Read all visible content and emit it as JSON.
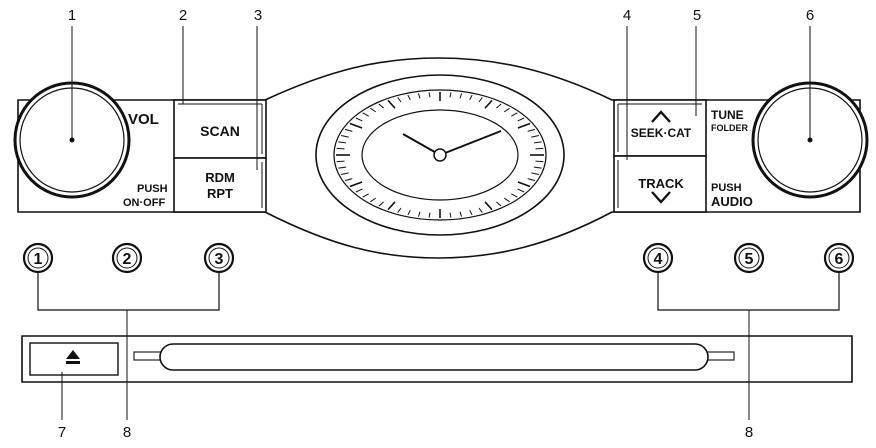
{
  "callouts": {
    "n1": "1",
    "n2": "2",
    "n3": "3",
    "n4": "4",
    "n5": "5",
    "n6": "6",
    "n7": "7",
    "n8_left": "8",
    "n8_right": "8"
  },
  "left_knob": {
    "vol_label": "VOL",
    "push_label": "PUSH",
    "onoff_label": "ON·OFF"
  },
  "buttons": {
    "scan": "SCAN",
    "rdm_line1": "RDM",
    "rdm_line2": "RPT",
    "seek_cat": "SEEK·CAT",
    "track": "TRACK"
  },
  "right_knob": {
    "tune_label": "TUNE",
    "folder_label": "FOLDER",
    "push_label": "PUSH",
    "audio_label": "AUDIO"
  },
  "presets": [
    "1",
    "2",
    "3",
    "4",
    "5",
    "6"
  ],
  "icons": {
    "eject": "eject-icon",
    "seek_up": "chevron-up-icon",
    "track_down": "chevron-down-icon",
    "clock": "analog-clock-icon"
  }
}
